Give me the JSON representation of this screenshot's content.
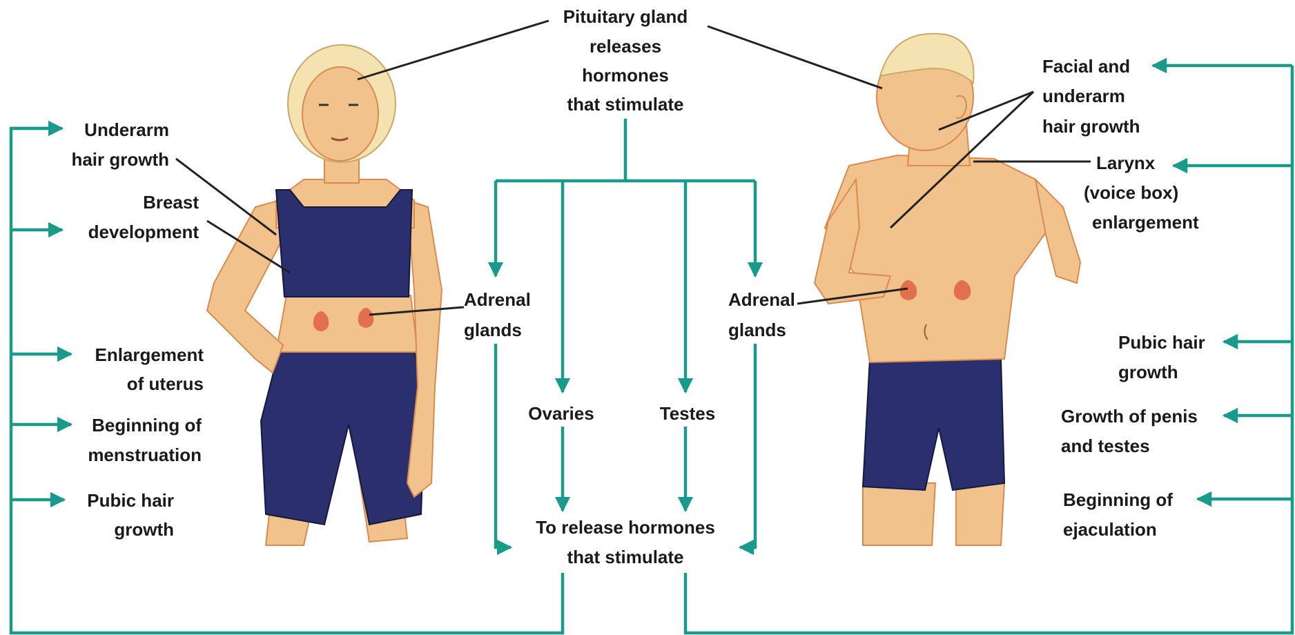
{
  "colors": {
    "arrow": "#1a9a8a",
    "leader": "#222222",
    "skin": "#f2c28c",
    "skin_shade": "#d98a4e",
    "clothing": "#2a2f6e",
    "hair": "#f4e2b0",
    "gland": "#e2704e"
  },
  "top": {
    "line1": "Pituitary gland",
    "line2": "releases",
    "line3": "hormones",
    "line4": "that stimulate"
  },
  "center": {
    "ovaries": "Ovaries",
    "testes": "Testes",
    "adrenal_left_1": "Adrenal",
    "adrenal_left_2": "glands",
    "adrenal_right_1": "Adrenal",
    "adrenal_right_2": "glands",
    "release_1": "To release hormones",
    "release_2": "that stimulate"
  },
  "female": {
    "underarm_1": "Underarm",
    "underarm_2": "hair growth",
    "breast_1": "Breast",
    "breast_2": "development",
    "uterus_1": "Enlargement",
    "uterus_2": "of uterus",
    "menstruation_1": "Beginning of",
    "menstruation_2": "menstruation",
    "pubic_1": "Pubic hair",
    "pubic_2": "growth"
  },
  "male": {
    "facial_1": "Facial and",
    "facial_2": "underarm",
    "facial_3": "hair growth",
    "larynx_1": "Larynx",
    "larynx_2": "(voice box)",
    "larynx_3": "enlargement",
    "pubic_1": "Pubic hair",
    "pubic_2": "growth",
    "penis_1": "Growth of penis",
    "penis_2": "and testes",
    "ejaculation_1": "Beginning of",
    "ejaculation_2": "ejaculation"
  }
}
